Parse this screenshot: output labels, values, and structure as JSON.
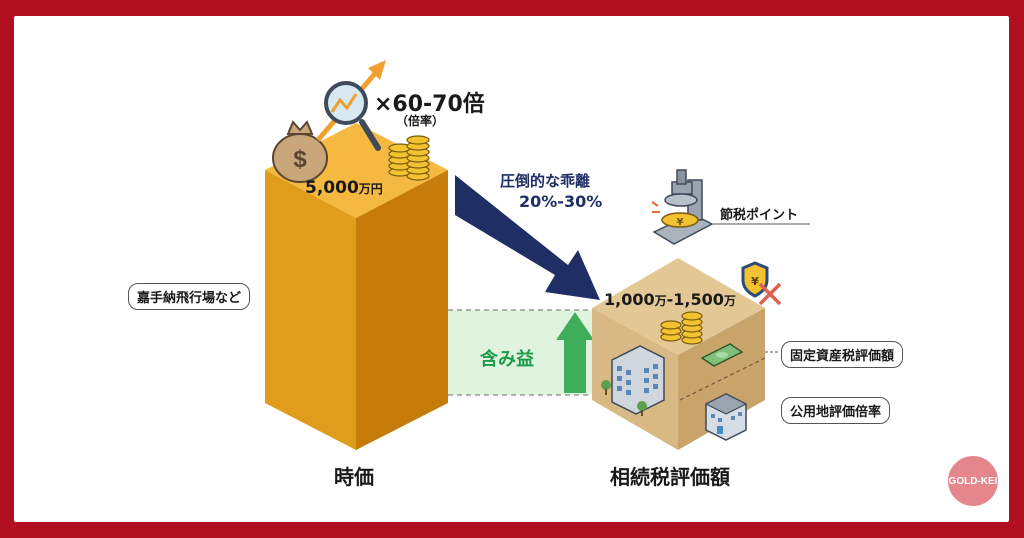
{
  "colors": {
    "border": "#b01020",
    "market_block_top": "#f5b942",
    "market_block_left": "#e09d1c",
    "market_block_right": "#c77c0a",
    "tax_block_top": "#e3c794",
    "tax_block_left": "#d9b983",
    "tax_block_right": "#c9a46a",
    "arrow": "#1f2f66",
    "gain_fill": "#dff3df",
    "gain_text": "#1e9a4a",
    "gain_arrow": "#3fae5a",
    "logo": "#e4868c"
  },
  "market_value": {
    "label": "時価",
    "amount": "5,000",
    "unit": "万円",
    "multiplier": "×60-70倍",
    "multiplier_note": "（倍率）",
    "callout": "嘉手納飛行場など",
    "icons": [
      "money-bag-icon",
      "magnifier-chart-icon",
      "coin-stack-icon",
      "growth-arrow-icon"
    ]
  },
  "gap_arrow": {
    "heading": "圧倒的な乖離",
    "heading_range": "20%-30%",
    "arrow_label": "20%-30%"
  },
  "unrealized_gain": {
    "label": "含み益"
  },
  "inheritance_value": {
    "label": "相続税評価額",
    "amount_low": "1,000",
    "unit_low": "万",
    "separator": "-",
    "amount_high": "1,500",
    "unit_high": "万",
    "tax_saving_callout": "節税ポイント",
    "callouts": [
      "固定資産税評価額",
      "公用地評価倍率"
    ],
    "icons": [
      "press-yen-icon",
      "shield-yen-icon",
      "cross-icon",
      "office-building-icon",
      "cash-bill-icon",
      "small-building-icon",
      "coin-stack-icon"
    ]
  },
  "logo": {
    "text": "GOLD-KEI"
  }
}
